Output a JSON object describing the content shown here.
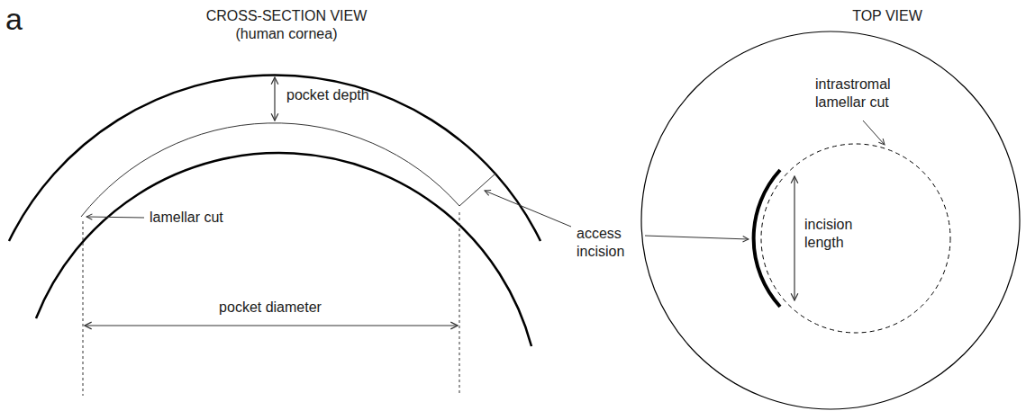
{
  "diagram": {
    "labels": [
      "a",
      "CROSS-SECTION VIEW (human cornea)",
      "TOP VIEW",
      "pocket depth",
      "lamellar cut",
      "pocket diameter",
      "access incision",
      "intrastromal lamellar cut",
      "incision length"
    ]
  }
}
